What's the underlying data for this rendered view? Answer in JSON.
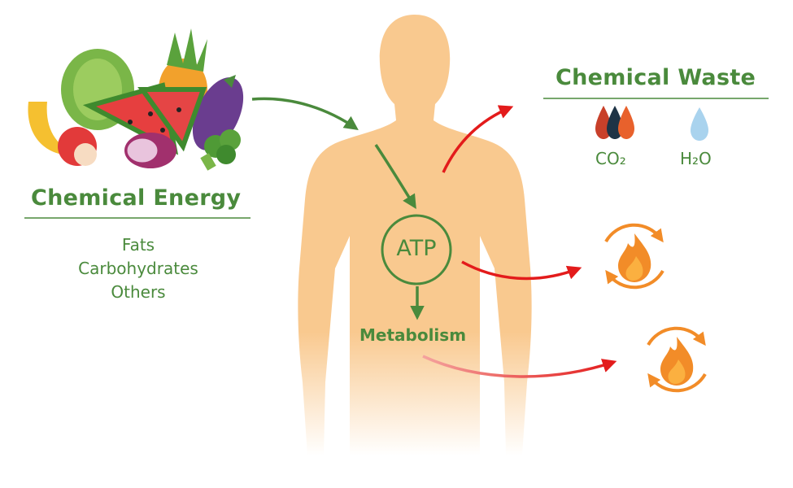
{
  "colors": {
    "green": "#4a8a3c",
    "body": "#f9c98f",
    "red_arrow": "#e31b1b",
    "flame_orange": "#f28c28",
    "water_blue": "#a9d3ee"
  },
  "left_panel": {
    "title": "Chemical Energy",
    "items": [
      "Fats",
      "Carbohydrates",
      "Others"
    ],
    "image": "fruits-vegetables-illustration"
  },
  "body": {
    "atp_label": "ATP",
    "metabolism_label": "Metabolism"
  },
  "waste_panel": {
    "title": "Chemical Waste",
    "co2_label": "CO₂",
    "h2o_label": "H₂O",
    "co2_icon": "co2-droplets-icon",
    "h2o_icon": "water-drop-icon"
  },
  "heat_icons": [
    "heat-cycle-icon",
    "heat-cycle-icon"
  ]
}
